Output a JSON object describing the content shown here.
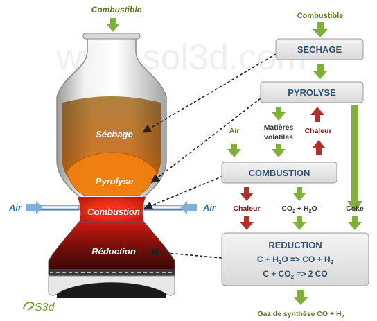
{
  "watermark": "www.sol3d.com",
  "logo": "S3d",
  "colors": {
    "green_arrow": "#7fb13a",
    "red_arrow": "#b2302a",
    "box_fill": "#e6e6e6",
    "box_text": "#2f4f6f",
    "air_blue": "#2f76b5"
  },
  "reactor": {
    "input_label": "Combustible",
    "zones": {
      "sechage": "Séchage",
      "pyrolyse": "Pyrolyse",
      "combustion": "Combustion",
      "reduction": "Réduction"
    },
    "air_left": "Air",
    "air_right": "Air"
  },
  "flow": {
    "input_label": "Combustible",
    "sechage_box": "SECHAGE",
    "pyrolyse_box": "PYROLYSE",
    "air_label": "Air",
    "volatiles_line1": "Matières",
    "volatiles_line2": "volatiles",
    "chaleur_up": "Chaleur",
    "combustion_box": "COMBUSTION",
    "chaleur_down": "Chaleur",
    "co2_h2o": {
      "a": "CO",
      "a_sub": "2",
      "b": " + H",
      "b_sub": "2",
      "c": "O"
    },
    "coke": "Coke",
    "reduction_title": "REDUCTION",
    "reaction1": {
      "a": "C + H",
      "a_sub": "2",
      "b": "O => CO + H",
      "b_sub": "2"
    },
    "reaction2": {
      "a": "C + CO",
      "a_sub": "2",
      "b": " => 2 CO"
    },
    "output": {
      "a": "Gaz de synthèse CO + H",
      "a_sub": "2"
    }
  }
}
